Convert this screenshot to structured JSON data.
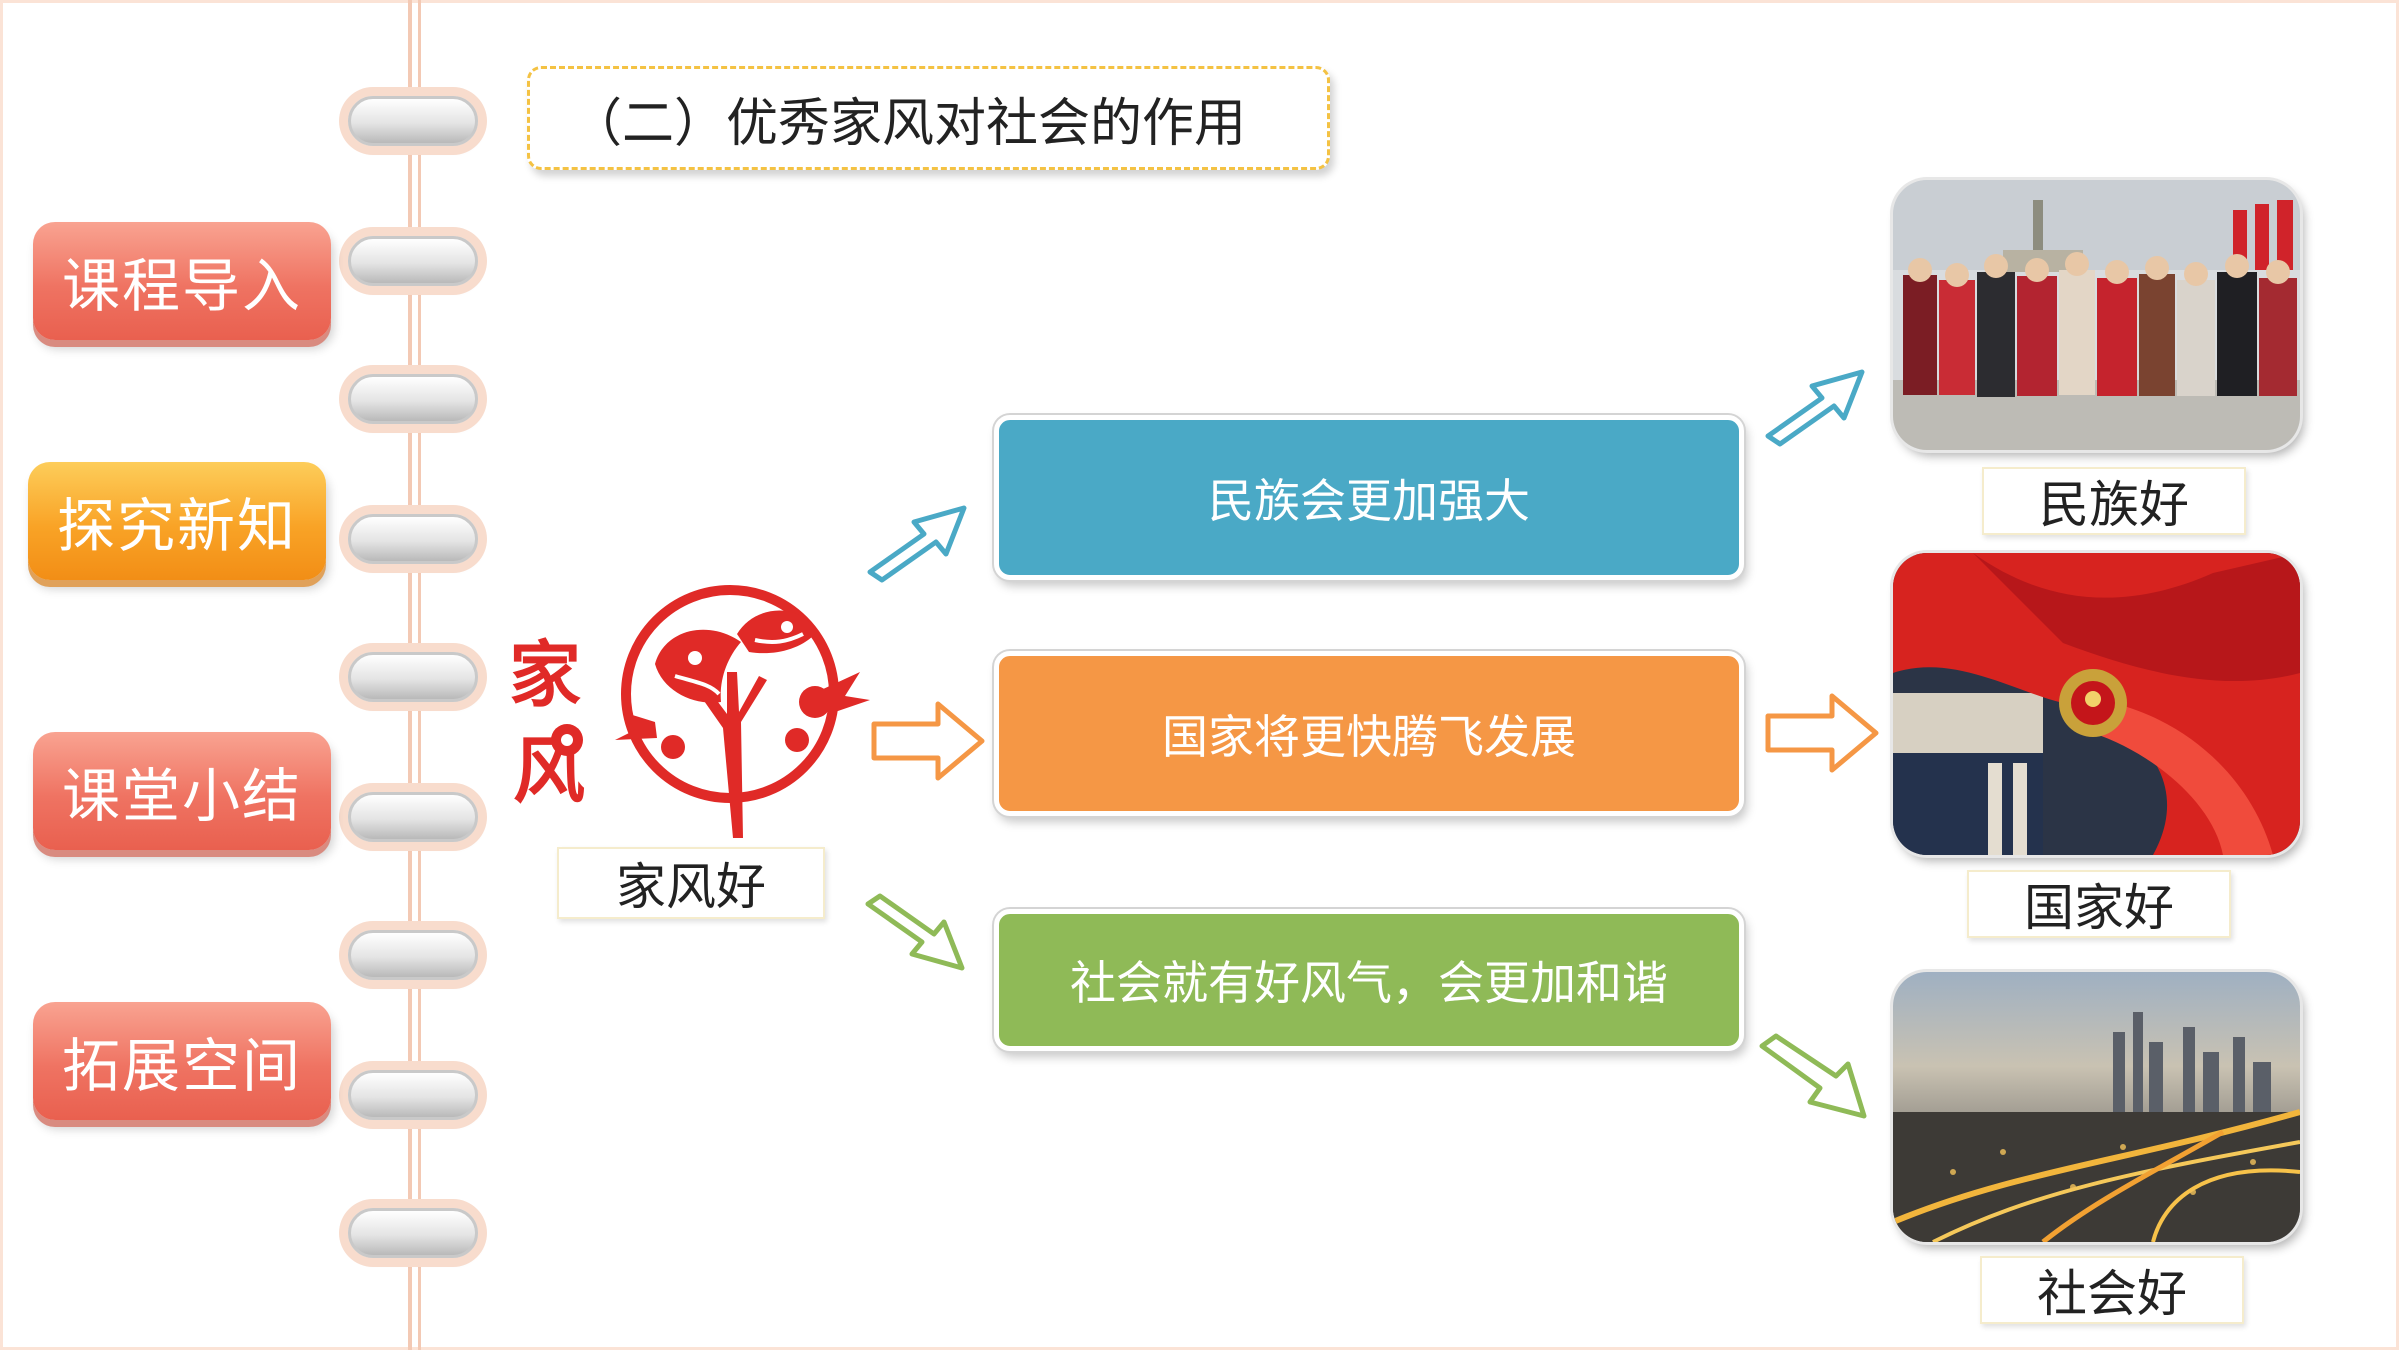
{
  "sidebar": {
    "items": [
      {
        "label": "课程导入"
      },
      {
        "label": "探究新知"
      },
      {
        "label": "课堂小结"
      },
      {
        "label": "拓展空间"
      }
    ]
  },
  "title": "（二）优秀家风对社会的作用",
  "source": {
    "logo_text": "家风",
    "label": "家风好"
  },
  "effects": [
    {
      "text": "民族会更加强大",
      "color": "#4aa9c6"
    },
    {
      "text": "国家将更快腾飞发展",
      "color": "#f59745"
    },
    {
      "text": "社会就有好风气，会更加和谐",
      "color": "#8fba57"
    }
  ],
  "results": [
    {
      "label": "民族好"
    },
    {
      "label": "国家好"
    },
    {
      "label": "社会好"
    }
  ],
  "colors": {
    "nav_red": "#ef7362",
    "nav_orange": "#f9a326",
    "title_border": "#f4c243",
    "paper_cut_red": "#e02a27"
  }
}
